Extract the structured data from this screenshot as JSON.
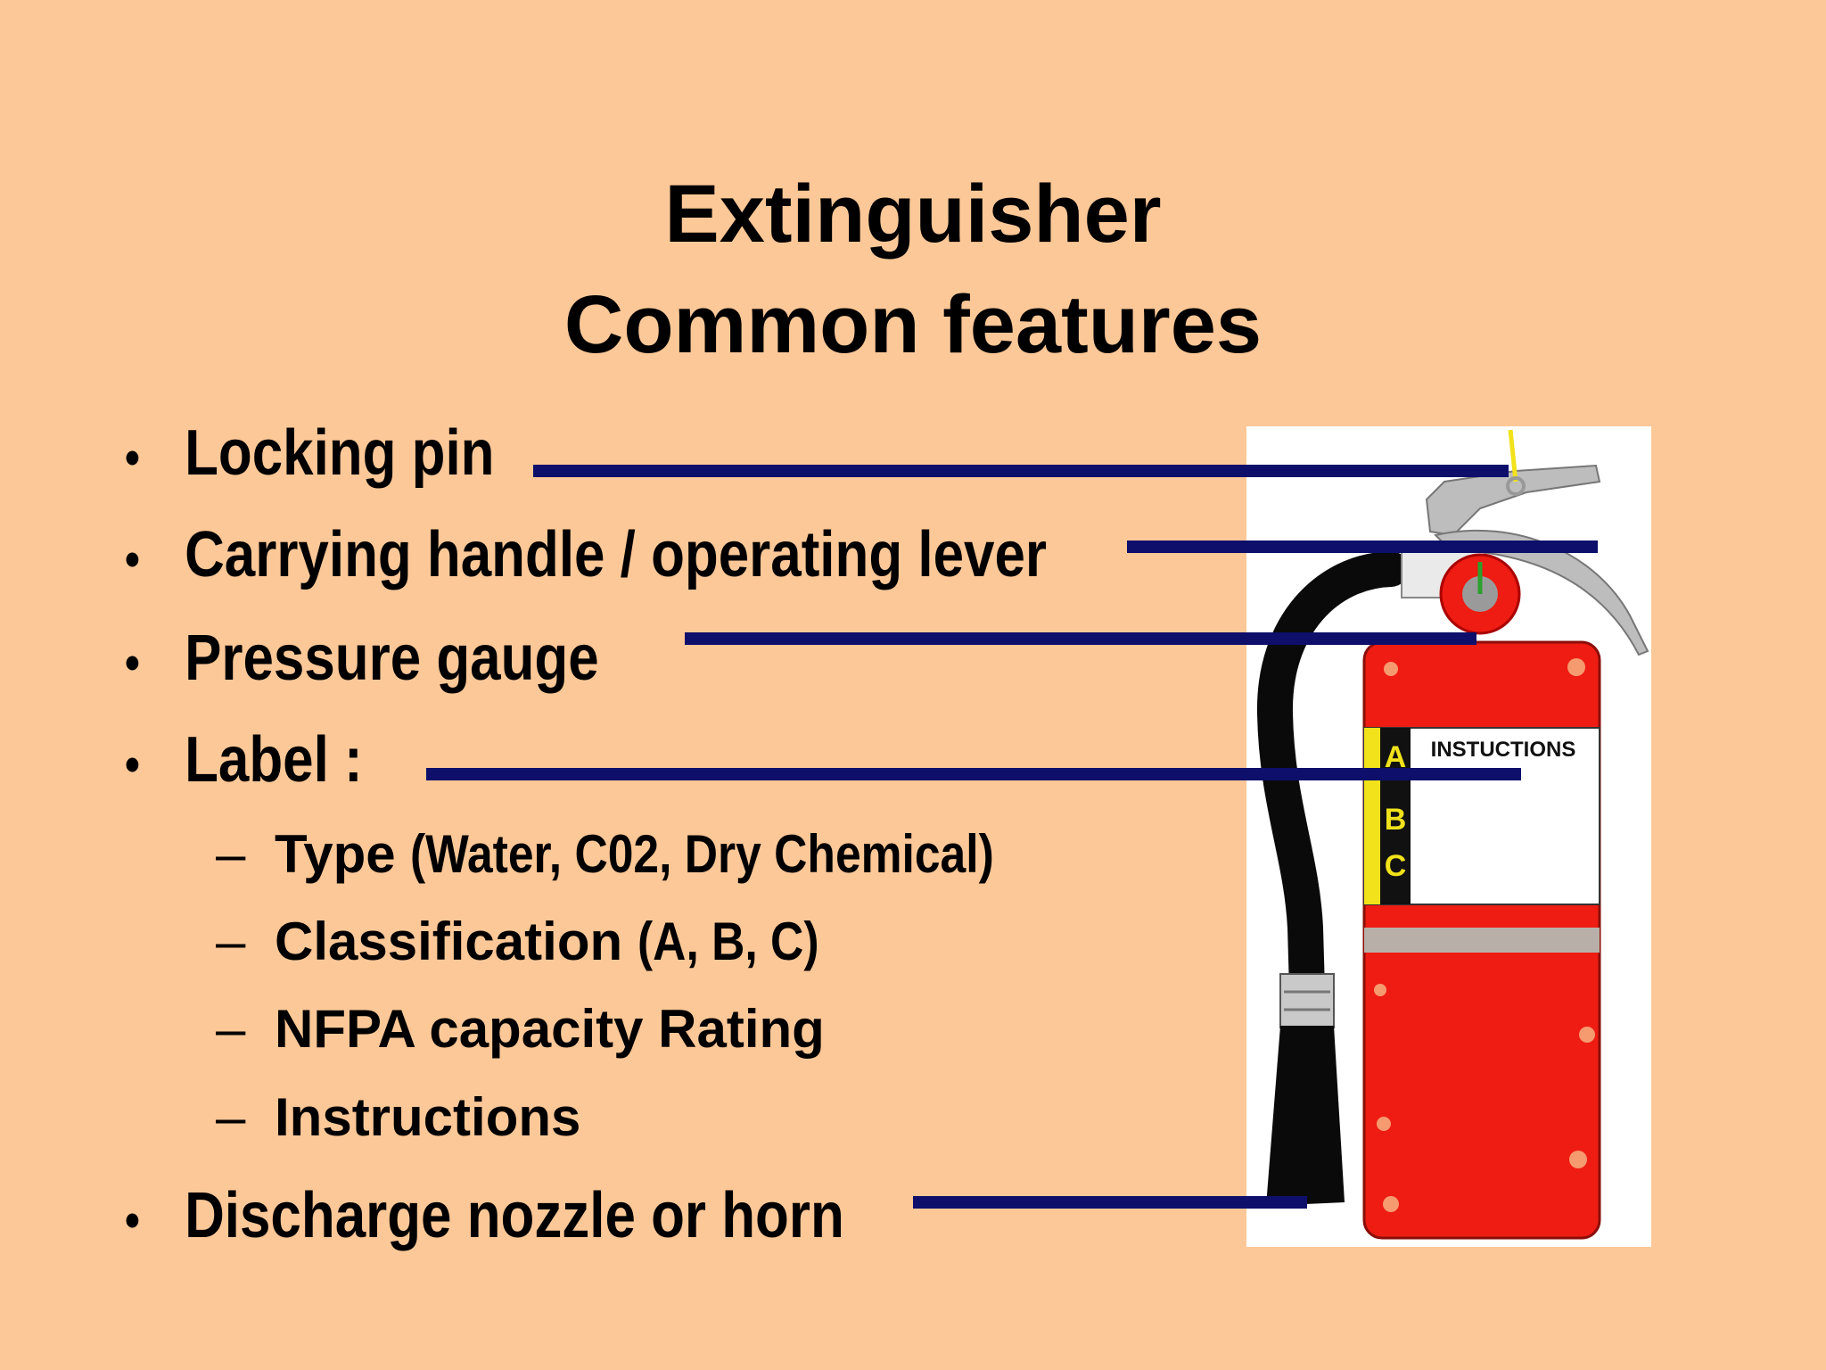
{
  "title": {
    "line1": "Extinguisher",
    "line2": "Common features"
  },
  "bullets": [
    {
      "text": "Locking pin"
    },
    {
      "text": "Carrying handle / operating lever"
    },
    {
      "text": "Pressure gauge"
    },
    {
      "text": "Label :"
    },
    {
      "text": "Discharge nozzle or horn"
    }
  ],
  "label_subitems": [
    {
      "main": "Type",
      "paren": "(Water, C02, Dry Chemical)"
    },
    {
      "main": "Classification",
      "paren": "(A, B, C)"
    },
    {
      "main": "NFPA capacity Rating",
      "paren": ""
    },
    {
      "main": "Instructions",
      "paren": ""
    }
  ],
  "extinguisher_label": {
    "instructions": "INSTUCTIONS",
    "class_a": "A",
    "class_b": "B",
    "class_c": "C"
  },
  "colors": {
    "background": "#fdc898",
    "leader_lines": "#0d0f6b",
    "cylinder": "#ee1c12",
    "hose": "#0a0a0a"
  }
}
